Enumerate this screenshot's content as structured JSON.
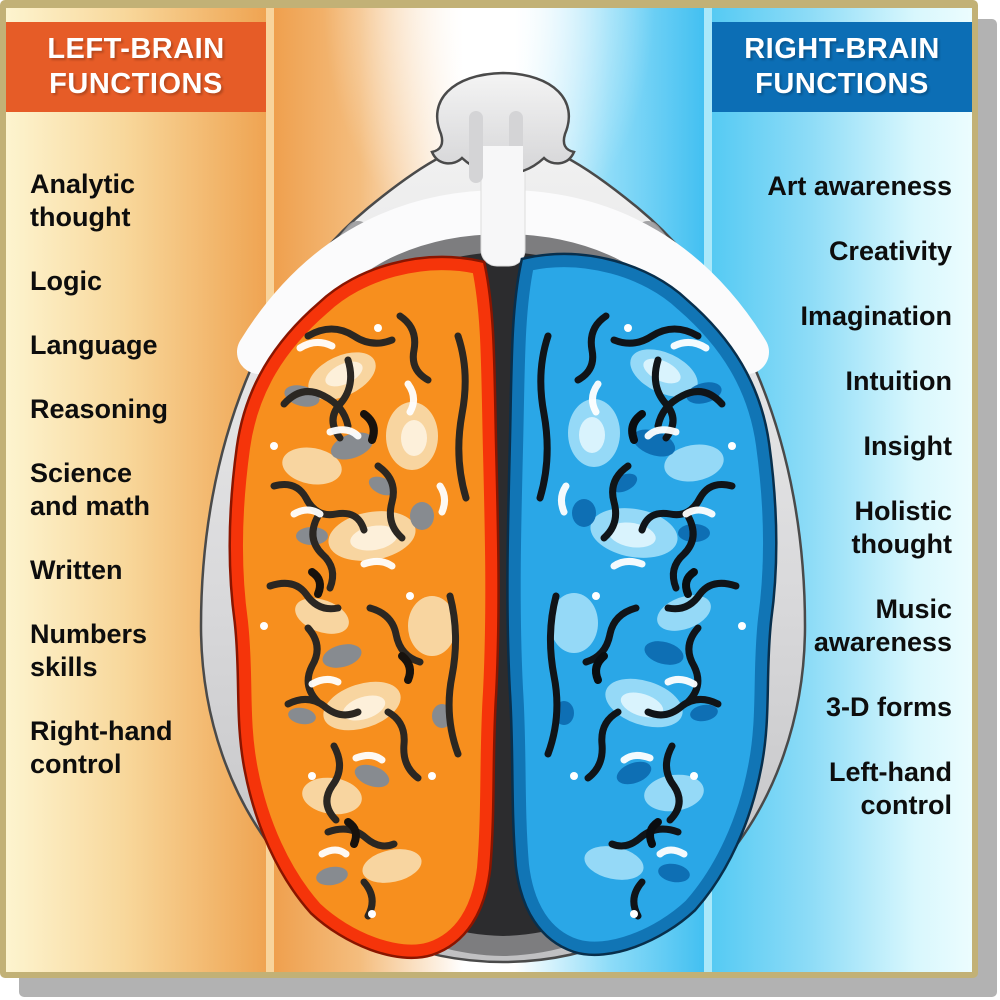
{
  "poster": {
    "description": "Left-brain vs right-brain functions diagram with top view of a head, left hemisphere orange, right hemisphere blue"
  },
  "left_panel": {
    "header": {
      "line1": "LEFT-BRAIN",
      "line2": "FUNCTIONS"
    },
    "items": [
      [
        "Analytic",
        "thought"
      ],
      [
        "Logic"
      ],
      [
        "Language"
      ],
      [
        "Reasoning"
      ],
      [
        "Science",
        "and math"
      ],
      [
        "Written"
      ],
      [
        "Numbers",
        "skills"
      ],
      [
        "Right-hand",
        "control"
      ]
    ],
    "colors": {
      "header_bg": "#e65c27",
      "panel_light": "#fdf4cf",
      "panel_deep": "#efa452"
    }
  },
  "right_panel": {
    "header": {
      "line1": "RIGHT-BRAIN",
      "line2": "FUNCTIONS"
    },
    "items": [
      [
        "Art awareness"
      ],
      [
        "Creativity"
      ],
      [
        "Imagination"
      ],
      [
        "Intuition"
      ],
      [
        "Insight"
      ],
      [
        "Holistic",
        "thought"
      ],
      [
        "Music",
        "awareness"
      ],
      [
        "3-D forms"
      ],
      [
        "Left-hand",
        "control"
      ]
    ],
    "colors": {
      "header_bg": "#0c6eb5",
      "panel_deep": "#55caf3",
      "panel_light": "#ecfdfe"
    }
  },
  "illustration": {
    "colors": {
      "left_hemisphere": "#f78f1e",
      "left_rim": "#f5340a",
      "right_hemisphere": "#2aa7e7",
      "right_rim": "#1175b5",
      "skull_cavity": "#2c2c2e",
      "head_gray": "#d9d9db",
      "frame_tan": "#c2b176",
      "shadow_gray": "#b2b2b2"
    }
  }
}
